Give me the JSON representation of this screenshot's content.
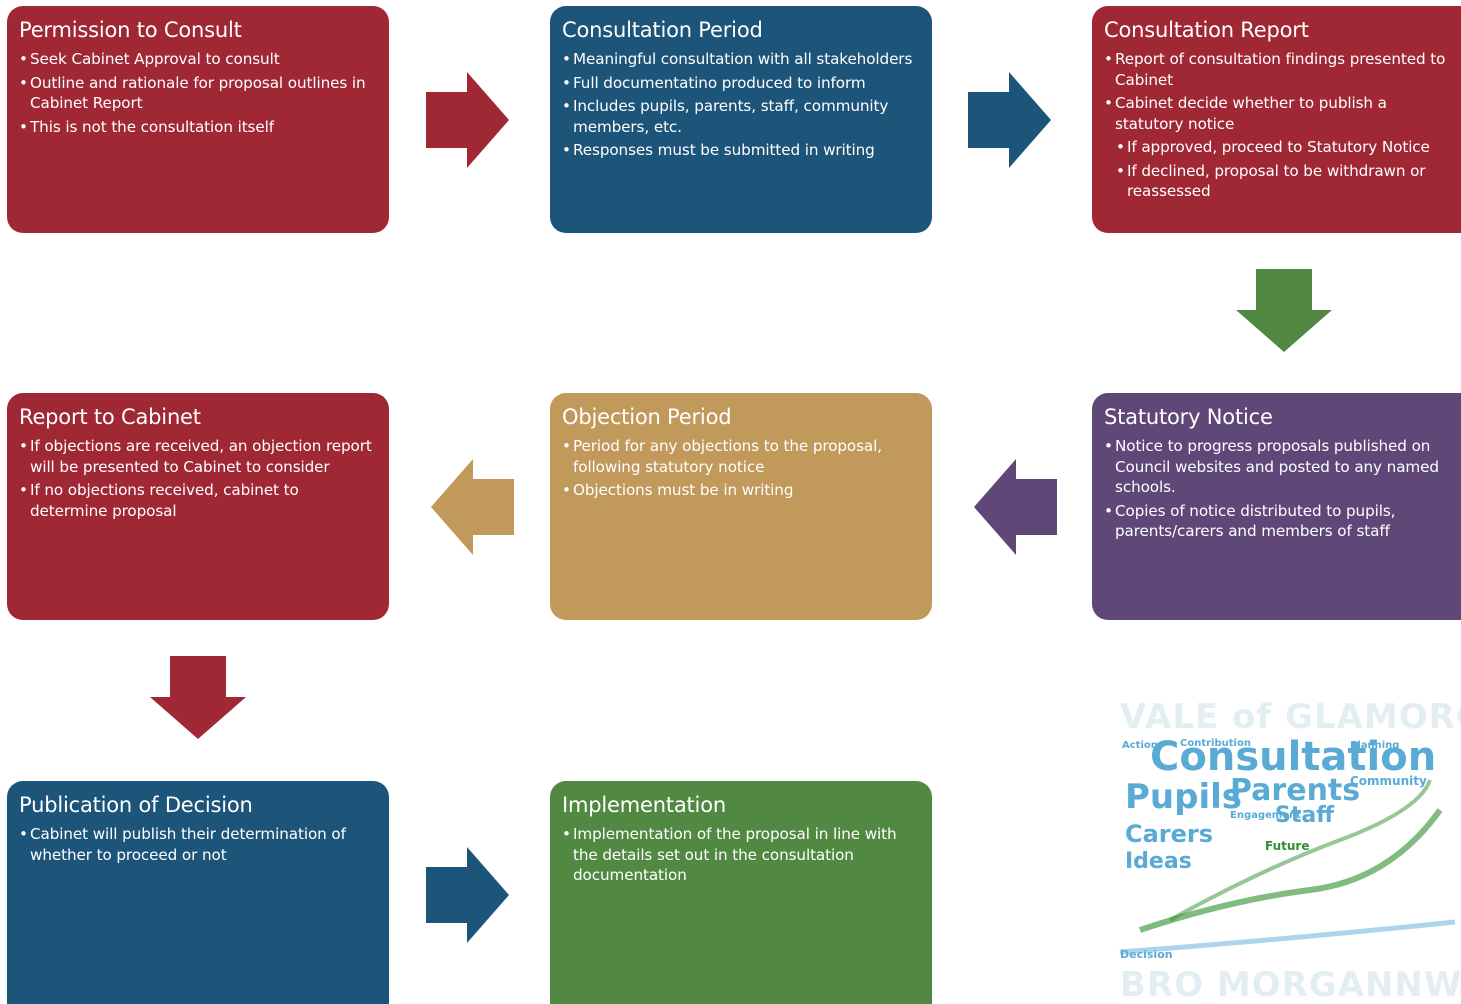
{
  "colors": {
    "red": "#a02834",
    "blue": "#1d5479",
    "gold": "#c1995a",
    "purple": "#5f4878",
    "green": "#518842",
    "cloud_light": "#5aaad6",
    "cloud_dark": "#2f8e2f"
  },
  "boxes": {
    "permission": {
      "title": "Permission to Consult",
      "items": [
        "Seek Cabinet Approval to consult",
        "Outline and rationale for proposal outlines in Cabinet Report",
        "This is not the consultation itself"
      ]
    },
    "consultation_period": {
      "title": "Consultation Period",
      "items": [
        "Meaningful consultation with all stakeholders",
        "Full documentatino produced to inform",
        "Includes pupils, parents, staff, community members, etc.",
        "Responses must be submitted in writing"
      ]
    },
    "consultation_report": {
      "title": "Consultation Report",
      "items": [
        "Report of consultation findings presented to Cabinet",
        "Cabinet decide whether to publish a statutory notice"
      ],
      "subitems": [
        "If approved, proceed to Statutory Notice",
        "If declined, proposal to be withdrawn or reassessed"
      ]
    },
    "statutory_notice": {
      "title": "Statutory Notice",
      "items": [
        "Notice to progress proposals published on Council websites and posted to any named schools.",
        "Copies of notice distributed to pupils, parents/carers and members of staff"
      ]
    },
    "objection_period": {
      "title": "Objection Period",
      "items": [
        "Period for any objections to the proposal, following statutory notice",
        "Objections must be in writing"
      ]
    },
    "report_to_cabinet": {
      "title": "Report to Cabinet",
      "items": [
        "If objections are received, an objection report will be presented to Cabinet to consider",
        "If no objections received, cabinet to determine proposal"
      ]
    },
    "publication": {
      "title": "Publication of Decision",
      "items": [
        "Cabinet will publish their determination of whether to proceed or not"
      ]
    },
    "implementation": {
      "title": "Implementation",
      "items": [
        "Implementation of the proposal in line with the details set out in the consultation documentation"
      ]
    }
  },
  "wordcloud": {
    "header": "VALE of GLAMORGAN",
    "footer": "BRO MORGANNWG",
    "big_word": "Consultation",
    "words": [
      "Pupils",
      "Parents",
      "Staff",
      "Carers",
      "Ideas",
      "Future",
      "Action",
      "Planning",
      "Contribution",
      "Community",
      "Decision",
      "Engagement"
    ]
  }
}
